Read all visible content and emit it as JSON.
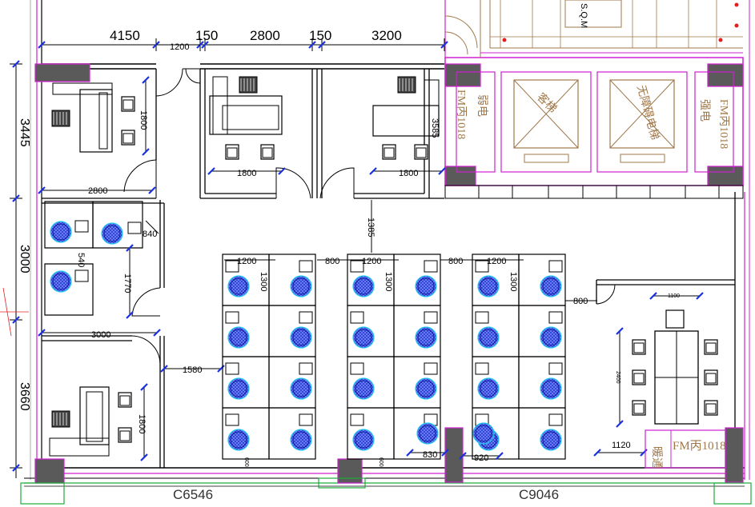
{
  "top_dimensions": [
    "4150",
    "150",
    "2800",
    "150",
    "3200"
  ],
  "left_dimensions": [
    "3445",
    "3000",
    "3660"
  ],
  "window_labels": [
    "C6546",
    "C9046"
  ],
  "room_labels": {
    "weak_power": "弱电",
    "strong_power": "强电",
    "fire_door": "FM丙1018",
    "elevator": "客梯",
    "accessible_elevator": "无障碍电梯",
    "hvac": "暖通",
    "hvac_door": "FM丙1018",
    "unit_label": "S.Q.M"
  },
  "interior_dimensions": {
    "door_top": "1200",
    "office_left_desk": "1800",
    "meeting_desk_left": "1800",
    "meeting_desk_right": "1800",
    "right_room_depth": "3585",
    "office_mid_width": "2800",
    "cluster_depth": "540",
    "cluster_width": "840",
    "cluster_height": "1770",
    "office_bottom_width": "3000",
    "corridor": "1580",
    "office_bottom_desk": "1800",
    "aisle_vertical": "1385",
    "workstation_width": [
      "1200",
      "1200",
      "1200"
    ],
    "workstation_depth": [
      "1300",
      "1300",
      "1300"
    ],
    "aisle_gap": [
      "800",
      "800",
      "800"
    ],
    "meeting_table_width": "1100",
    "meeting_table_length": "2400",
    "bottom_right_gap": "1120",
    "gap_a": "830",
    "gap_b": "920",
    "bottom_small_a": "600",
    "bottom_small_b": "600"
  }
}
